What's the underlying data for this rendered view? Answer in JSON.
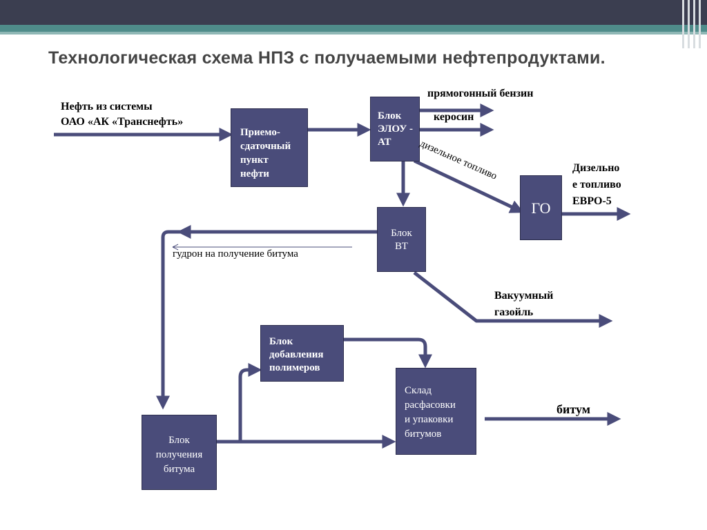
{
  "title": "Технологическая схема НПЗ с получаемыми нефтепродуктами.",
  "colors": {
    "box": "#4a4c7a",
    "arrow": "#4a4c7a",
    "topbar": "#3b3e50",
    "accent": "#4f8c8a"
  },
  "boxes": {
    "priemo": "Приемо-\nсдаточный\nпункт\nнефти",
    "elou": "Блок\nЭЛОУ -\nАТ",
    "vt": "Блок\nВТ",
    "go": "ГО",
    "polymers": "Блок\nдобавления\nполимеров",
    "sklad": "Склад\nрасфасовки\nи упаковки\nбитумов",
    "bitum_block": "Блок\nполучения\nбитума"
  },
  "labels": {
    "input": "Нефть из системы\nОАО «АК «Транснефть»",
    "benzin": "прямогонный бензин",
    "kerosin": "керосин",
    "diesel_stream": "дизельное топливо",
    "diesel_euro": "Дизельно\nе топливо\nЕВРО-5",
    "gudron": "гудрон на получение битума",
    "vacuum_gasoil": "Вакуумный\nгазойль",
    "bitum": "битум"
  }
}
